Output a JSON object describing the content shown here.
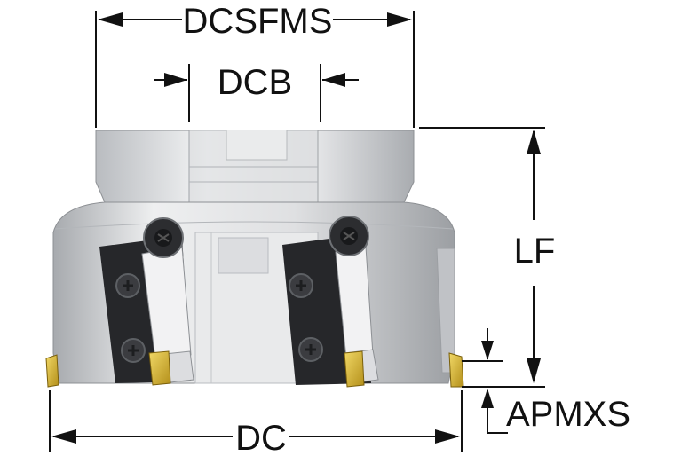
{
  "labels": {
    "dcsfms": "DCSFMS",
    "dcb": "DCB",
    "lf": "LF",
    "apmxs": "APMXS",
    "dc": "DC"
  },
  "colors": {
    "ink": "#111111",
    "body_light": "#e6e7e9",
    "body_mid": "#cfd1d4",
    "body_dark": "#9fa2a6",
    "seat": "#2a2b2e",
    "insert_gold": "#d6b431"
  }
}
